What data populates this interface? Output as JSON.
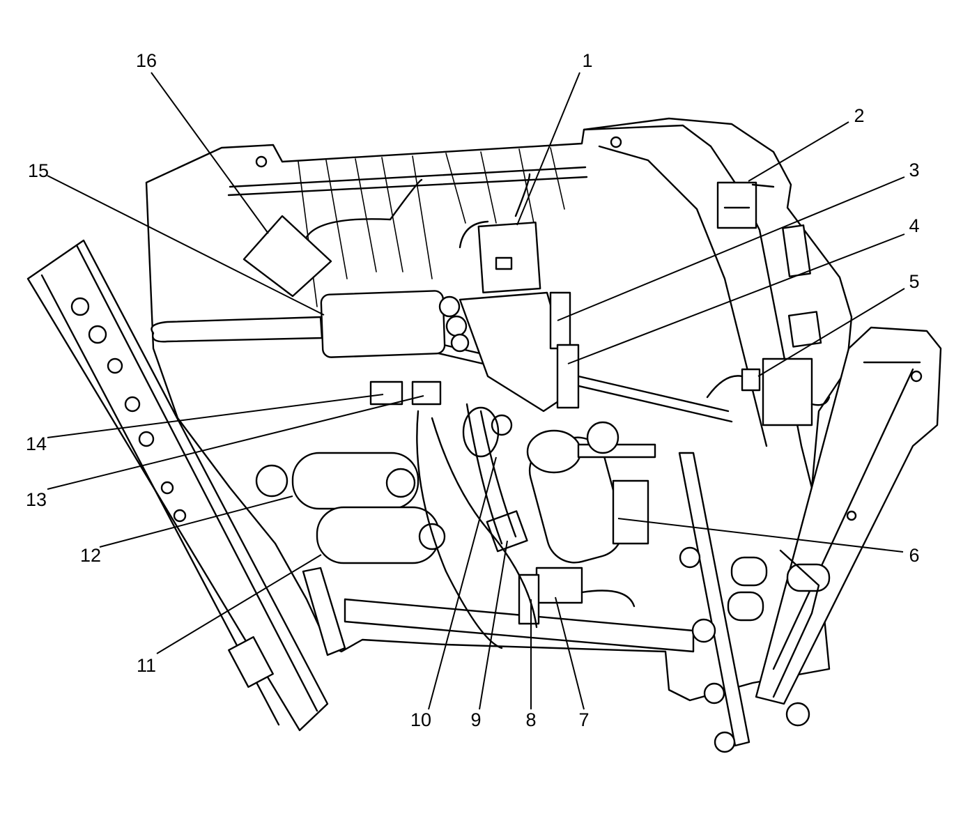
{
  "figure": {
    "callouts": [
      {
        "id": "1",
        "text": "1"
      },
      {
        "id": "2",
        "text": "2"
      },
      {
        "id": "3",
        "text": "3"
      },
      {
        "id": "4",
        "text": "4"
      },
      {
        "id": "5",
        "text": "5"
      },
      {
        "id": "6",
        "text": "6"
      },
      {
        "id": "7",
        "text": "7"
      },
      {
        "id": "8",
        "text": "8"
      },
      {
        "id": "9",
        "text": "9"
      },
      {
        "id": "10",
        "text": "10"
      },
      {
        "id": "11",
        "text": "11"
      },
      {
        "id": "12",
        "text": "12"
      },
      {
        "id": "13",
        "text": "13"
      },
      {
        "id": "14",
        "text": "14"
      },
      {
        "id": "15",
        "text": "15"
      },
      {
        "id": "16",
        "text": "16"
      }
    ]
  }
}
